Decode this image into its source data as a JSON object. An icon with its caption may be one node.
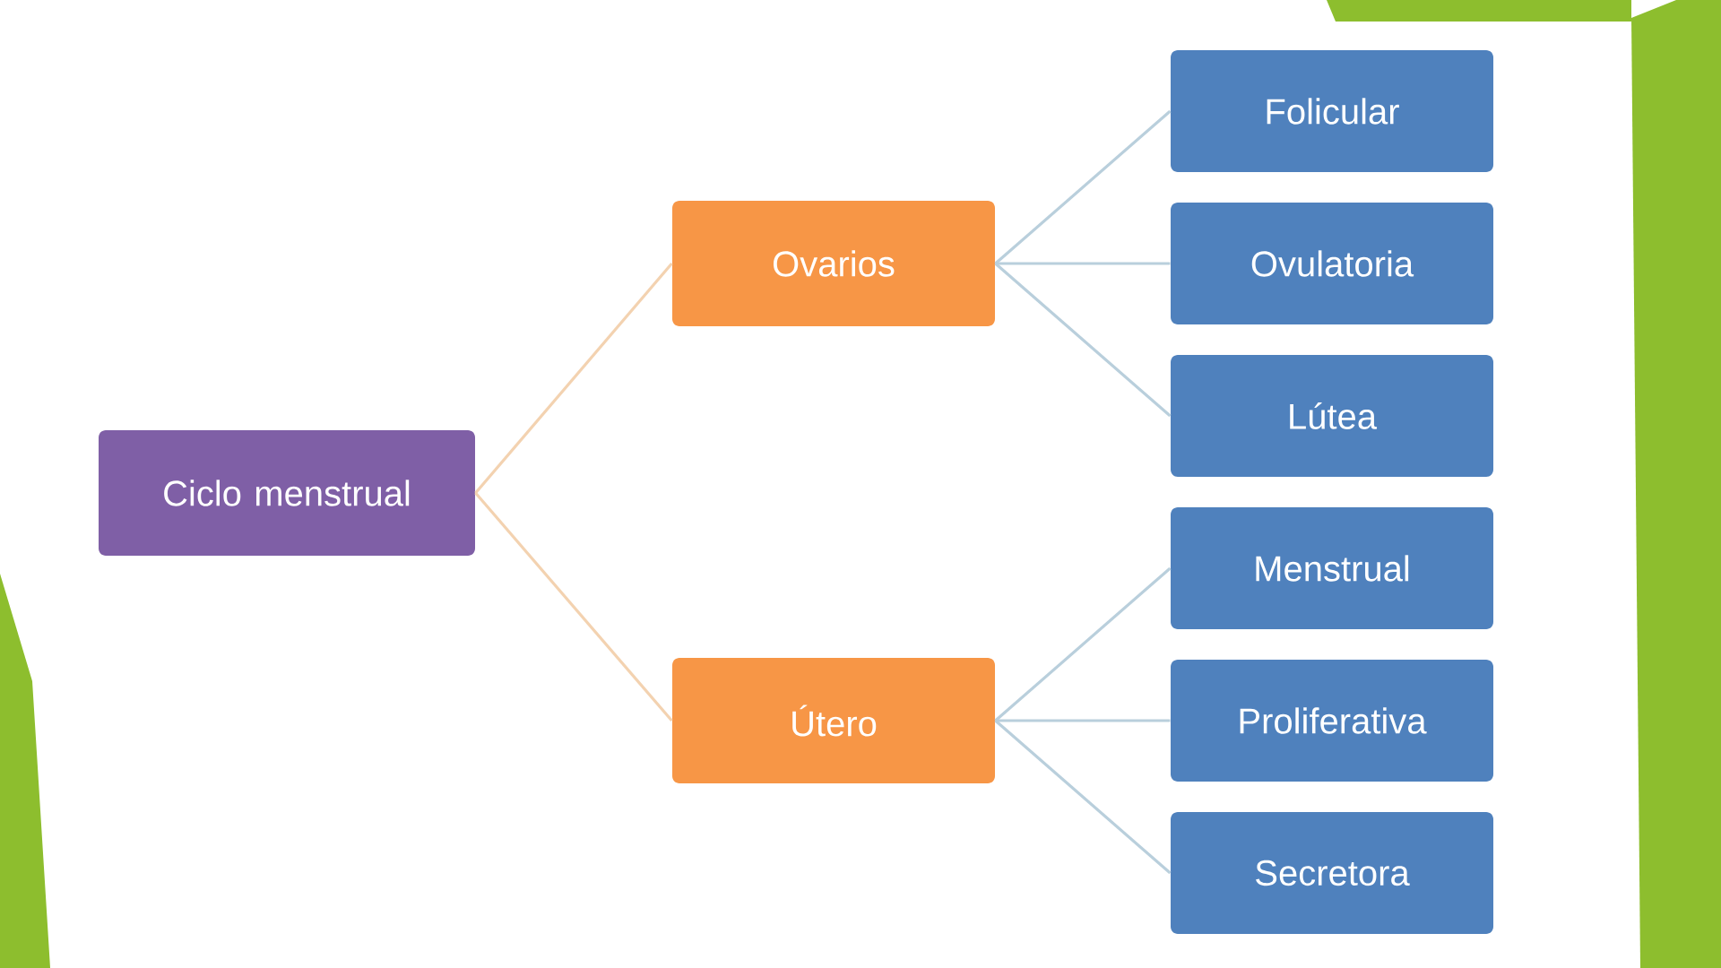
{
  "diagram": {
    "nodes": [
      {
        "text": [
          "Ciclo menstrual"
        ]
      },
      {
        "text": [
          "Ovarios"
        ]
      },
      {
        "text": [
          "Útero"
        ]
      },
      {
        "text": [
          "Folicular"
        ]
      },
      {
        "text": [
          "Ovulatoria"
        ]
      },
      {
        "text": [
          "Lútea"
        ]
      },
      {
        "text": [
          "Menstrual"
        ]
      },
      {
        "text": [
          "Proliferativa"
        ]
      },
      {
        "text": [
          "Secretora"
        ]
      }
    ],
    "edges": [
      {
        "from": 0,
        "to": 1,
        "arrow": "none",
        "color": "#f3d2b0"
      },
      {
        "from": 0,
        "to": 2,
        "arrow": "none",
        "color": "#f3d2b0"
      },
      {
        "from": 1,
        "to": 3,
        "arrow": "none"
      },
      {
        "from": 1,
        "to": 4,
        "arrow": "none"
      },
      {
        "from": 1,
        "to": 5,
        "arrow": "none"
      },
      {
        "from": 2,
        "to": 6,
        "arrow": "none"
      },
      {
        "from": 2,
        "to": 7,
        "arrow": "none"
      },
      {
        "from": 2,
        "to": 8,
        "arrow": "none"
      }
    ]
  }
}
